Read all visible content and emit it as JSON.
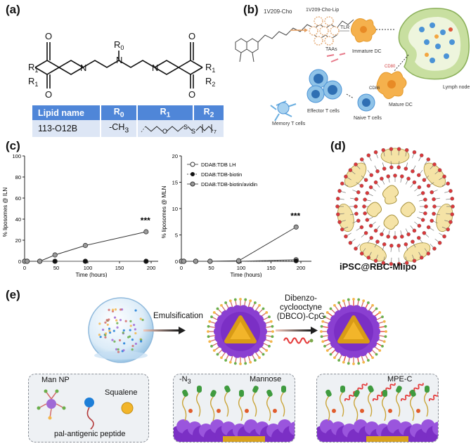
{
  "panel_a": {
    "label": "(a)",
    "struct": {
      "r1_tl": "R",
      "r1_tl_sub": "1",
      "r0": "R",
      "r0_sub": "0",
      "r1_tr": "R",
      "r1_tr_sub": "1",
      "r1_bl": "R",
      "r1_bl_sub": "1",
      "r2_br": "R",
      "r2_br_sub": "2",
      "n": "N",
      "o": "O"
    },
    "table": {
      "h0": "Lipid name",
      "h1": "R",
      "h1_sub": "0",
      "h2": "R",
      "h2_sub": "1",
      "h3": "R",
      "h3_sub": "2",
      "row_name": "113-O12B",
      "row_r0": "-CH",
      "row_r0_sub": "3",
      "r1_o": "O",
      "r1_s1": "S",
      "r1_s2": "S",
      "r1_n": "7"
    }
  },
  "panel_b": {
    "label": "(b)",
    "vaccine": "1V209-Cho",
    "liposome": "1V209-Cho-Lip",
    "tlr": "TLR",
    "taas": "TAAs",
    "immature_dc": "Immature DC",
    "lymph_node": "Lymph node",
    "cd80": "CD80",
    "cd86": "CD86",
    "mature_dc": "Mature DC",
    "effector": "Effector T cells",
    "naive": "Naive T cells",
    "memory": "Memory T cells"
  },
  "panel_c": {
    "label": "(c)",
    "sig": "***",
    "legend": [
      "DDAB:TDB LH",
      "DDAB:TDB-biotin",
      "DDAB:TDB-biotin/avidin"
    ]
  },
  "panel_d": {
    "label": "(d)",
    "caption": "iPSC@RBC-MIipo"
  },
  "panel_e": {
    "label": "(e)",
    "emulsification": "Emulsification",
    "dbco_1": "Dibenzo-",
    "dbco_2": "cyclooctyne",
    "dbco_3": "(DBCO)-CpG",
    "man_np": "Man NP",
    "squalene": "Squalene",
    "peptide": "pal-antigenic peptide",
    "azide": "-N",
    "azide_sub": "3",
    "mannose": "Mannose",
    "mpe": "MPE-C"
  },
  "chart_data": [
    {
      "type": "line",
      "xlabel": "Time (hours)",
      "ylabel": "% liposomes @ ILN",
      "xlim": [
        0,
        200
      ],
      "ylim": [
        0,
        100
      ],
      "xticks": [
        0,
        50,
        100,
        150,
        200
      ],
      "yticks": [
        0,
        20,
        40,
        60,
        80,
        100
      ],
      "grid": false,
      "annotation": "***",
      "series": [
        {
          "name": "DDAB:TDB LH",
          "x": [
            0,
            4,
            24,
            48,
            96,
            192
          ],
          "y": [
            0,
            0,
            0,
            0,
            0,
            0
          ]
        },
        {
          "name": "DDAB:TDB-biotin",
          "x": [
            0,
            4,
            24,
            48,
            96,
            192
          ],
          "y": [
            0,
            0,
            0,
            0,
            0,
            0
          ]
        },
        {
          "name": "DDAB:TDB-biotin/avidin",
          "x": [
            0,
            4,
            24,
            48,
            96,
            192
          ],
          "y": [
            0,
            0,
            0,
            6,
            15,
            28
          ]
        }
      ]
    },
    {
      "type": "line",
      "xlabel": "Time (hours)",
      "ylabel": "% liposomes @ MLN",
      "xlim": [
        0,
        200
      ],
      "ylim": [
        0,
        20
      ],
      "xticks": [
        0,
        50,
        100,
        150,
        200
      ],
      "yticks": [
        0,
        5,
        10,
        15,
        20
      ],
      "grid": false,
      "legend_position": "top-left",
      "annotation": "***",
      "series": [
        {
          "name": "DDAB:TDB LH",
          "x": [
            0,
            4,
            24,
            48,
            96,
            192
          ],
          "y": [
            0,
            0,
            0,
            0,
            0,
            0.3
          ]
        },
        {
          "name": "DDAB:TDB-biotin",
          "x": [
            0,
            4,
            24,
            48,
            96,
            192
          ],
          "y": [
            0,
            0,
            0,
            0,
            0,
            0.1
          ]
        },
        {
          "name": "DDAB:TDB-biotin/avidin",
          "x": [
            0,
            4,
            24,
            48,
            96,
            192
          ],
          "y": [
            0,
            0,
            0,
            0,
            0.1,
            6.5
          ]
        }
      ]
    }
  ]
}
